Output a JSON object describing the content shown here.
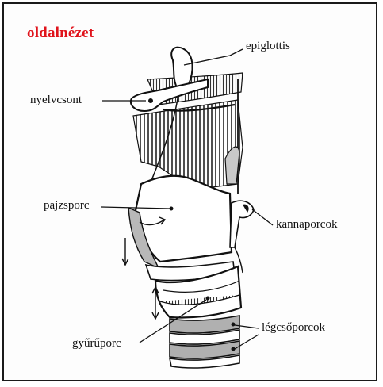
{
  "title": "oldalnézet",
  "labels": {
    "epiglottis": "epiglottis",
    "hyoid": "nyelvcsont",
    "thyroid": "pajzsporc",
    "arytenoid": "kannaporcok",
    "cricoid": "gyűrűporc",
    "tracheal": "légcsőporcok"
  },
  "colors": {
    "title": "#e0131b",
    "ink": "#111111",
    "shade": "#bdbdbd"
  }
}
